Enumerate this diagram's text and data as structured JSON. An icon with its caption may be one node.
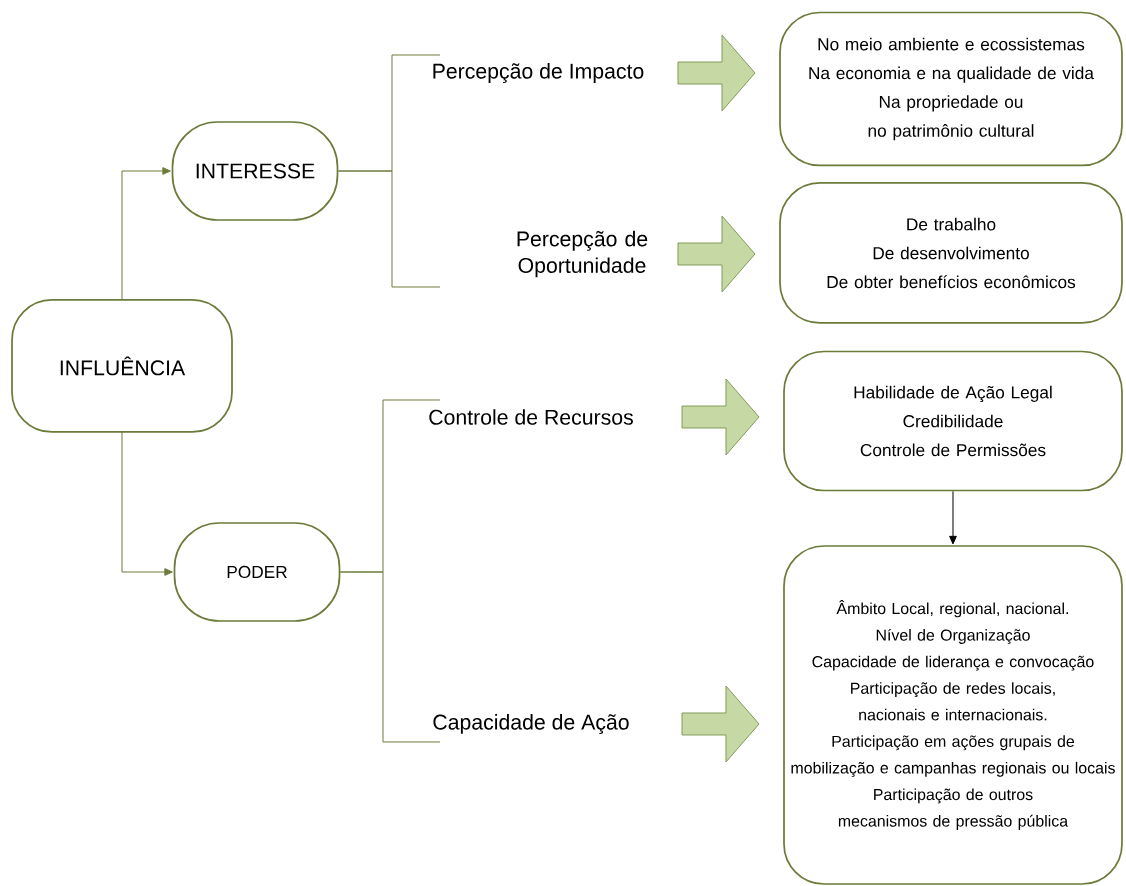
{
  "diagram": {
    "nodes": [
      {
        "text": [
          "INFLUÊNCIA"
        ]
      },
      {
        "text": [
          "INTERESSE"
        ]
      },
      {
        "text": [
          "Percepção de Impacto"
        ]
      },
      {
        "text": [
          "Percepção de Oportunidade"
        ]
      },
      {
        "text": [
          "PODER"
        ]
      },
      {
        "text": [
          "Controle de Recursos"
        ]
      },
      {
        "text": [
          "Capacidade de Ação"
        ]
      },
      {
        "text": [
          "No meio ambiente e ecossistemas",
          "Na economia e na qualidade de vida",
          "Na propriedade ou no patrimônio cultural"
        ]
      },
      {
        "text": [
          "De trabalho",
          "De desenvolvimento",
          "De obter benefícios econômicos"
        ]
      },
      {
        "text": [
          "Habilidade de Ação Legal",
          "Credibilidade",
          "Controle de Permissões"
        ]
      },
      {
        "text": [
          "Âmbito Local, regional, nacional.",
          "Nível de Organização",
          "Capacidade de liderança e convocação",
          "Participação de redes locais, nacionais e internacionais.",
          "Participação em ações grupais de mobilização e campanhas regionais ou locais",
          "Participação de outros mecanismos de pressão pública"
        ]
      }
    ],
    "edges": [
      {
        "from": 0,
        "to": 1,
        "arrow": "to"
      },
      {
        "from": 0,
        "to": 4,
        "arrow": "to"
      },
      {
        "from": 1,
        "to": 2,
        "arrow": "none"
      },
      {
        "from": 1,
        "to": 3,
        "arrow": "none"
      },
      {
        "from": 4,
        "to": 5,
        "arrow": "none"
      },
      {
        "from": 4,
        "to": 6,
        "arrow": "none"
      },
      {
        "from": 2,
        "to": 7,
        "arrow": "to",
        "style": "thick",
        "color": "#c6d9a4"
      },
      {
        "from": 3,
        "to": 8,
        "arrow": "to",
        "style": "thick",
        "color": "#c6d9a4"
      },
      {
        "from": 5,
        "to": 9,
        "arrow": "to",
        "style": "thick",
        "color": "#c6d9a4"
      },
      {
        "from": 6,
        "to": 10,
        "arrow": "to",
        "style": "thick",
        "color": "#c6d9a4"
      },
      {
        "from": 9,
        "to": 10,
        "arrow": "to",
        "color": "#000000"
      }
    ]
  }
}
